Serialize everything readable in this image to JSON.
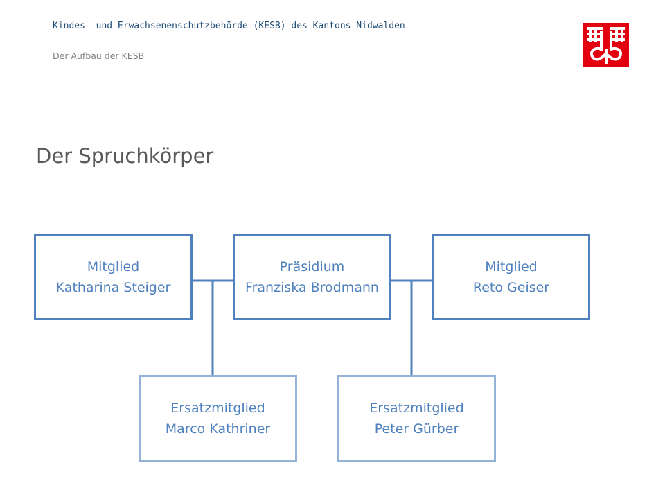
{
  "header": {
    "title": "Kindes- und Erwachsenenschutzbehörde (KESB) des Kantons Nidwalden",
    "subtitle": "Der Aufbau der KESB"
  },
  "logo": {
    "icon": "nidwalden-coat-of-arms",
    "background": "#e3000f",
    "foreground": "#ffffff"
  },
  "slide": {
    "title": "Der Spruchkörper"
  },
  "org": {
    "member_left": {
      "role": "Mitglied",
      "name": "Katharina Steiger"
    },
    "president": {
      "role": "Präsidium",
      "name": "Franziska Brodmann"
    },
    "member_right": {
      "role": "Mitglied",
      "name": "Reto Geiser"
    },
    "substitute_left": {
      "role": "Ersatzmitglied",
      "name": "Marco Kathriner"
    },
    "substitute_right": {
      "role": "Ersatzmitglied",
      "name": "Peter Gürber"
    }
  },
  "colors": {
    "primary_border": "#4f81bd",
    "secondary_border": "#95b3d7",
    "text": "#4f81bd"
  }
}
